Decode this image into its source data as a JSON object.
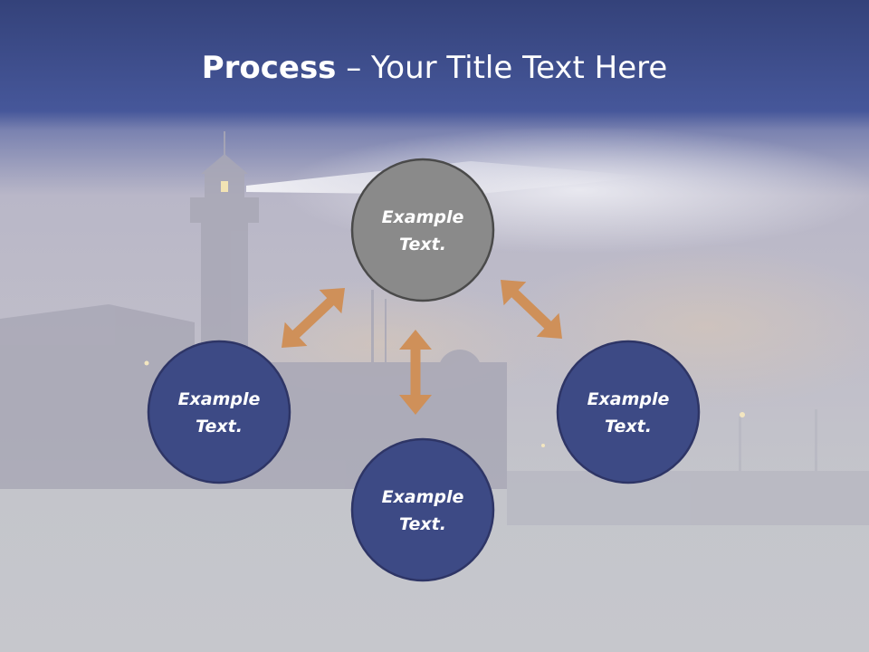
{
  "slide": {
    "title_bold": "Process",
    "title_rest": " – Your Title Text Here"
  },
  "colors": {
    "header_band": "#3d4f8e",
    "node_blue": "#3d4a85",
    "node_gray": "#8a8a8a",
    "node_outline": "#3a3a3a",
    "arrow": "#cf9059"
  },
  "diagram": {
    "nodes": [
      {
        "id": "top",
        "line1": "Example",
        "line2": "Text.",
        "style": "gray"
      },
      {
        "id": "left",
        "line1": "Example",
        "line2": "Text.",
        "style": "blue"
      },
      {
        "id": "bottom",
        "line1": "Example",
        "line2": "Text.",
        "style": "blue"
      },
      {
        "id": "right",
        "line1": "Example",
        "line2": "Text.",
        "style": "blue"
      }
    ],
    "arrows": [
      {
        "from": "top",
        "to": "left",
        "type": "double"
      },
      {
        "from": "top",
        "to": "bottom",
        "type": "double"
      },
      {
        "from": "top",
        "to": "right",
        "type": "double"
      }
    ]
  }
}
